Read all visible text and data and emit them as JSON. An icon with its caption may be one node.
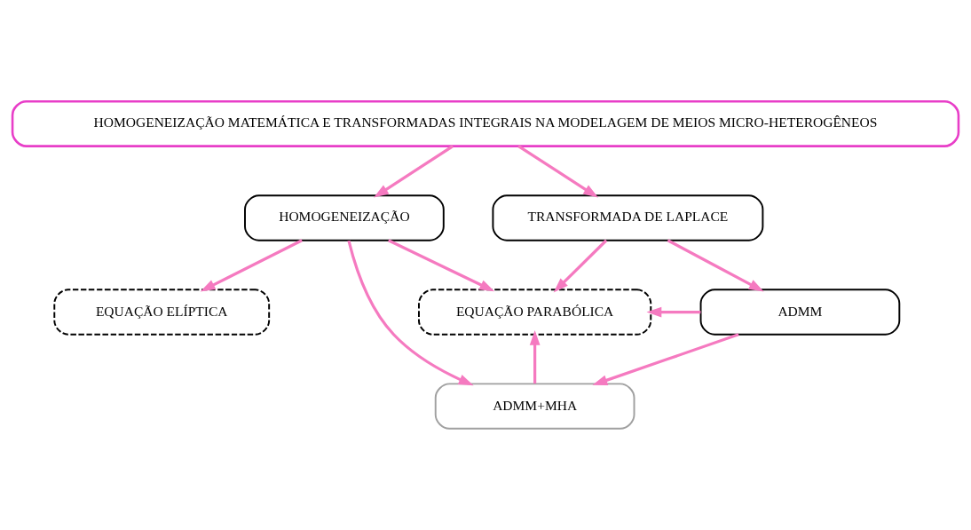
{
  "diagram": {
    "nodes": [
      {
        "text": [
          "HOMOGENEIZAÇÃO MATEMÁTICA E TRANSFORMADAS INTEGRAIS NA MODELAGEM DE MEIOS MICRO-HETEROGÊNEOS"
        ]
      },
      {
        "text": [
          "HOMOGENEIZAÇÃO"
        ]
      },
      {
        "text": [
          "TRANSFORMADA DE LAPLACE"
        ]
      },
      {
        "text": [
          "EQUAÇÃO ELÍPTICA"
        ]
      },
      {
        "text": [
          "EQUAÇÃO PARABÓLICA"
        ]
      },
      {
        "text": [
          "ADMM"
        ]
      },
      {
        "text": [
          "ADMM+MHA"
        ]
      }
    ],
    "edges": [
      {
        "from": 0,
        "to": 1,
        "arrow": "to"
      },
      {
        "from": 0,
        "to": 2,
        "arrow": "to"
      },
      {
        "from": 1,
        "to": 3,
        "arrow": "to"
      },
      {
        "from": 1,
        "to": 4,
        "arrow": "to"
      },
      {
        "from": 1,
        "to": 6,
        "arrow": "to"
      },
      {
        "from": 2,
        "to": 4,
        "arrow": "to"
      },
      {
        "from": 2,
        "to": 5,
        "arrow": "to"
      },
      {
        "from": 5,
        "to": 4,
        "arrow": "to"
      },
      {
        "from": 6,
        "to": 4,
        "arrow": "to"
      },
      {
        "from": 5,
        "to": 6,
        "arrow": "to"
      }
    ]
  }
}
